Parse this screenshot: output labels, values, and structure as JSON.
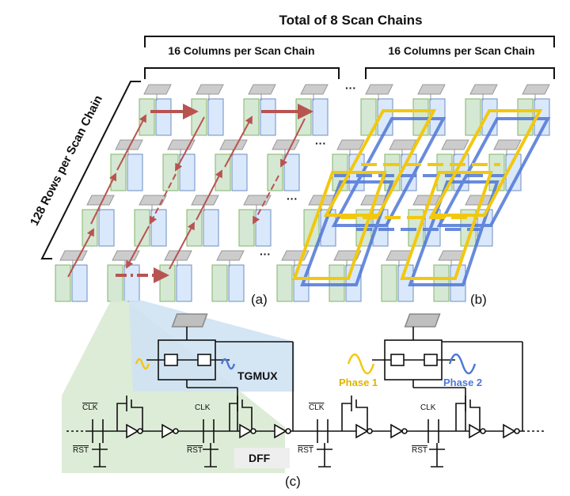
{
  "title": "Total of 8 Scan Chains",
  "left_bracket_label": "16 Columns per Scan Chain",
  "right_bracket_label": "16 Columns per Scan Chain",
  "rows_label": "128 Rows per Scan Chain",
  "ellipsis": "···",
  "panel_a_label": "(a)",
  "panel_b_label": "(b)",
  "panel_c_label": "(c)",
  "tgmux_label": "TGMUX",
  "dff_label": "DFF",
  "phase1_label": "Phase 1",
  "phase2_label": "Phase 2",
  "clk_bar_label": "CLK",
  "clk_label": "CLK",
  "rst_bar_label": "RST",
  "colors": {
    "green_cell": "#d5e8d4",
    "green_border": "#82b366",
    "blue_cell": "#dae8fc",
    "blue_border": "#6c8ebf",
    "arrow_red": "#b85450",
    "phase1": "#f2c80f",
    "phase2": "#4f77d6",
    "dff_bg": "#d9ead3",
    "tgmux_bg": "#cfe2f3"
  }
}
